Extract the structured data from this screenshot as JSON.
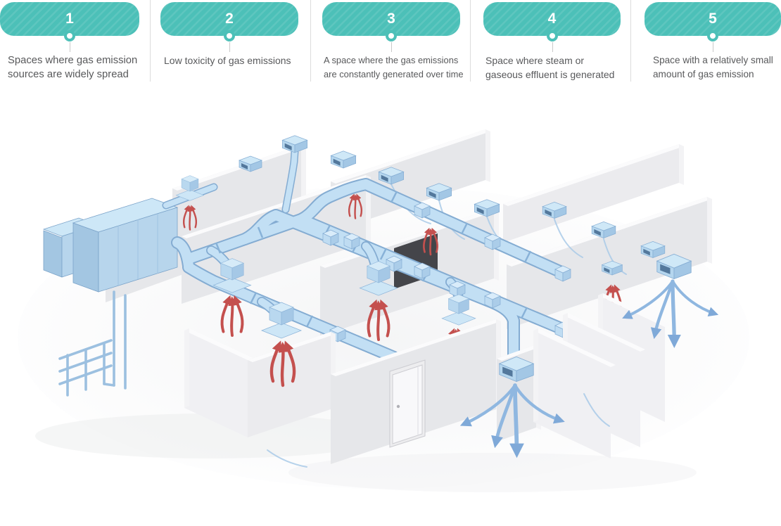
{
  "palette": {
    "accent_teal": "#4CC0B8",
    "pill_text": "#FFFFFF",
    "body_text": "#58595B",
    "divider": "#DCDCDC",
    "duct_blue_fill": "#C2DFF4",
    "duct_blue_outline": "#84ACD2",
    "wall_face": "#E6E7EA",
    "extraction_arrow_red": "#C4504E",
    "supply_arrow_blue": "#8FB7E0"
  },
  "steps": [
    {
      "number": "1",
      "description": "Spaces where gas emission sources are widely spread"
    },
    {
      "number": "2",
      "description": "Low toxicity of gas emissions"
    },
    {
      "number": "3",
      "description": "A space where the gas emissions are constantly generated over time"
    },
    {
      "number": "4",
      "description": "Space where steam or gaseous effluent is generated"
    },
    {
      "number": "5",
      "description": "Space with a relatively small amount of gas emission"
    }
  ],
  "illustration": {
    "name": "building-ventilation-isometric",
    "description": "Isometric cutaway of a building with an air handling unit, blue duct network, extraction hoods with red airflow arrows and supply vents with blue airflow arrows"
  }
}
